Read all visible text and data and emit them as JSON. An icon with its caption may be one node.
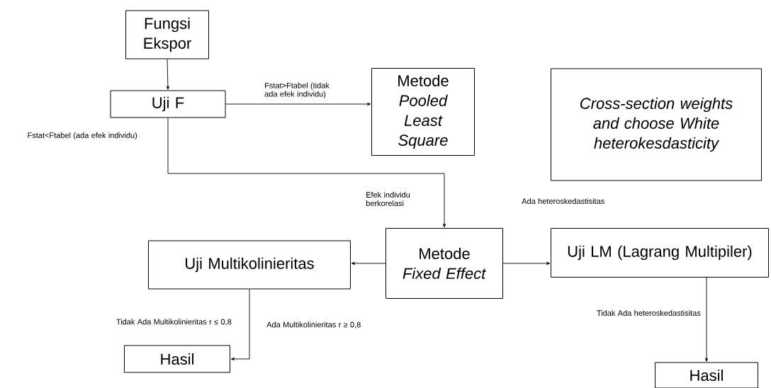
{
  "diagram": {
    "nodes": [
      {
        "text": [
          "Fungsi Ekspor"
        ]
      },
      {
        "text": [
          "Uji F"
        ]
      },
      {
        "text": [
          "Metode *Pooled Least Square*"
        ]
      },
      {
        "text": [
          "Cross-section weights and choose White heterokesdasticity"
        ]
      },
      {
        "text": [
          "Metode *Fixed Effect*"
        ]
      },
      {
        "text": [
          "Uji Multikolinieritas"
        ]
      },
      {
        "text": [
          "Uji LM (Lagrang Multipiler)"
        ]
      },
      {
        "text": [
          "Hasil"
        ]
      },
      {
        "text": [
          "Hasil"
        ]
      }
    ],
    "edges": [
      {
        "from": 0,
        "to": 1,
        "arrow": "to"
      },
      {
        "from": 1,
        "to": 2,
        "arrow": "to",
        "label": "Fstat>Ftabel (tidak ada efek individu)"
      },
      {
        "from": 1,
        "to": 4,
        "arrow": "to",
        "label": "Fstat<Ftabel (ada efek individu)"
      },
      {
        "from": 4,
        "to": 5,
        "arrow": "to"
      },
      {
        "from": 4,
        "to": 6,
        "arrow": "to"
      },
      {
        "from": 5,
        "to": 7,
        "arrow": "to",
        "label": "Tidak Ada Multikolinieritas r ≤ 0,8"
      },
      {
        "from": 6,
        "to": 8,
        "arrow": "to",
        "label": "Tidak Ada heteroskedastisitas"
      }
    ],
    "labels": [
      "Efek individu berkorelasi",
      "Ada heteroskedastisitas",
      "Ada Multikolinieritas r ≥ 0,8"
    ]
  }
}
